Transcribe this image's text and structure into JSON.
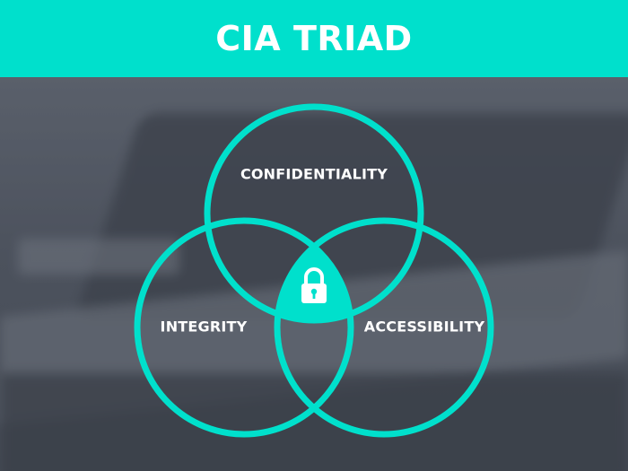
{
  "title": "CIA TRIAD",
  "circles": {
    "top_label": "CONFIDENTIALITY",
    "left_label": "INTEGRITY",
    "right_label": "ACCESSIBILITY"
  },
  "center_icon": "padlock-icon",
  "colors": {
    "accent": "#00e0cc",
    "header_bg": "#00e0cc",
    "text": "#ffffff",
    "background": "#4f5560"
  }
}
